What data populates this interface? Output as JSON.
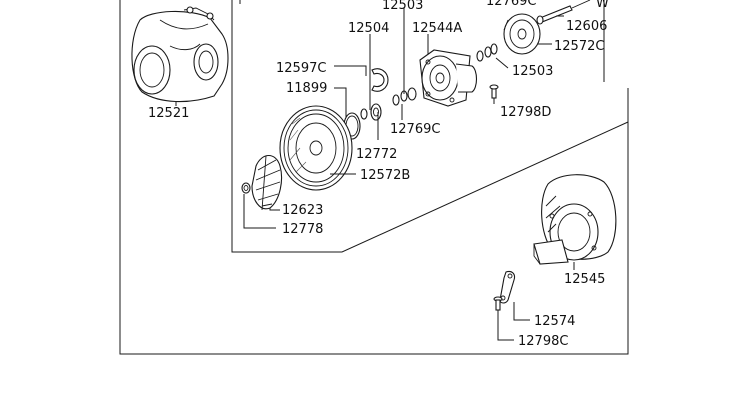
{
  "labels": {
    "p12503_top": "12503",
    "p12769c_top": "12769C",
    "p12606": "12606",
    "p12504": "12504",
    "p12544a": "12544A",
    "p12572c": "12572C",
    "p12597c": "12597C",
    "p12503_mid": "12503",
    "p11899": "11899",
    "p12521": "12521",
    "p12798d": "12798D",
    "p12769c_mid": "12769C",
    "p12772": "12772",
    "p12572b": "12572B",
    "p12623": "12623",
    "p12778": "12778",
    "p12545": "12545",
    "p12574": "12574",
    "p12798c": "12798C",
    "w_mark": "W"
  }
}
